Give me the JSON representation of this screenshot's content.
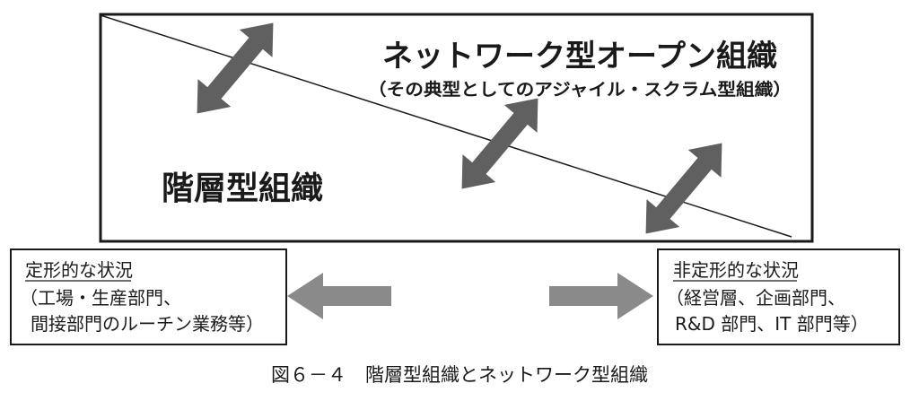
{
  "main_box": {
    "title": "ネットワーク型オープン組織",
    "subtitle": "（その典型としてのアジャイル・スクラム型組織）",
    "hierarchy_label": "階層型組織"
  },
  "left_box": {
    "heading": "定形的な状況",
    "line1": "（工場・生産部門、",
    "line2": "間接部門のルーチン業務等）"
  },
  "right_box": {
    "heading": "非定形的な状況",
    "line1": "（経営層、企画部門、",
    "line2": "R&D 部門、IT 部門等）"
  },
  "caption": "図６－４　階層型組織とネットワーク型組織",
  "colors": {
    "arrow": "#606060",
    "arrow_light": "#8a8a8a",
    "line": "#1a1a1a"
  }
}
